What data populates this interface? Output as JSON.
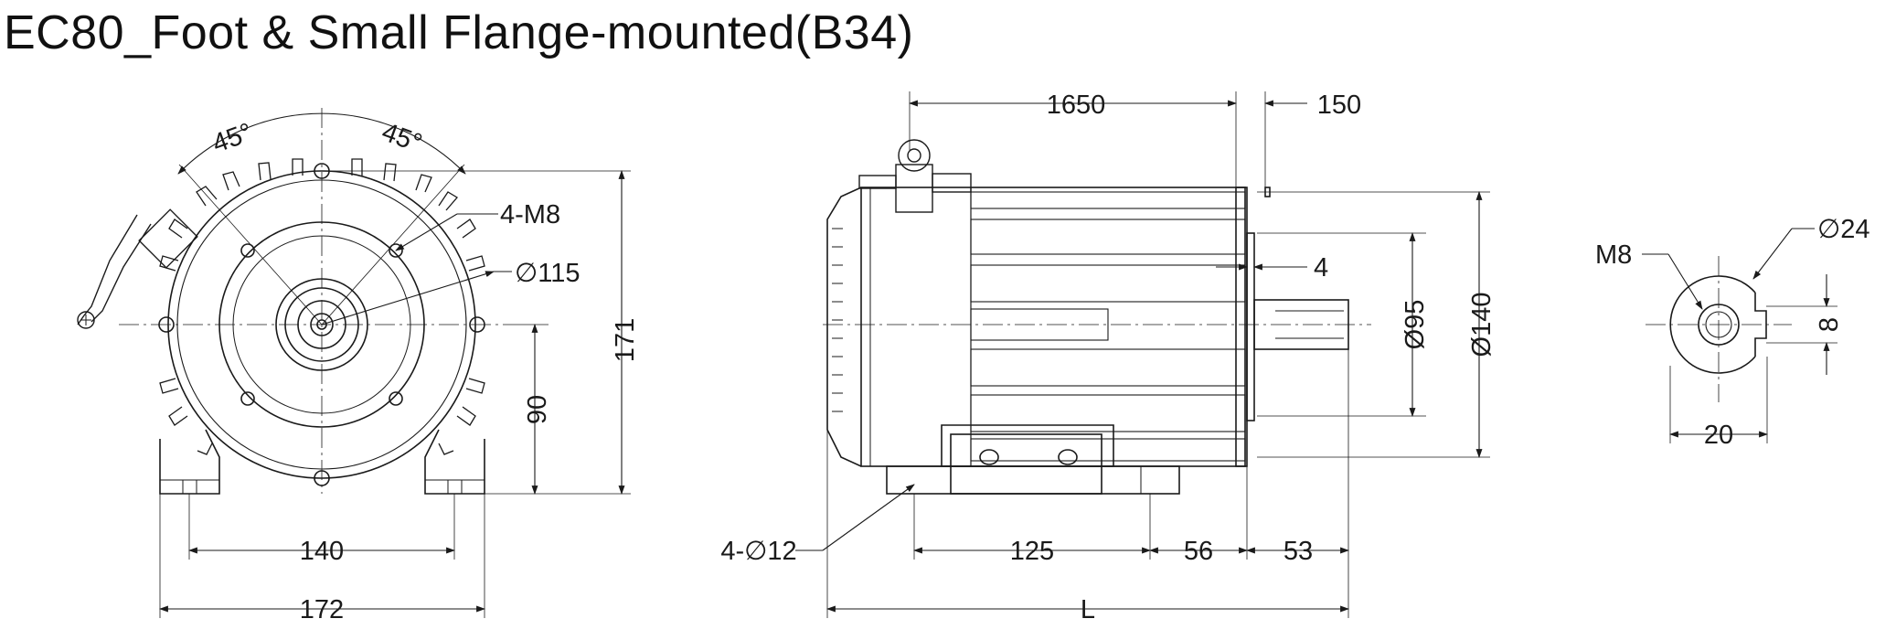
{
  "title": "EC80_Foot & Small Flange-mounted(B34)",
  "front_view": {
    "angle_left": "45°",
    "angle_right": "45°",
    "bolt_holes": "4-M8",
    "pcd": "∅115",
    "height_total": "171",
    "shaft_height": "90",
    "foot_holes_spacing": "140",
    "foot_width": "172"
  },
  "side_view": {
    "body_length": "1650",
    "shaft_ext": "150",
    "spigot_depth": "4",
    "spigot_dia": "Ø95",
    "flange_dia": "Ø140",
    "foot_holes": "4-∅12",
    "foot_hole_spacing": "125",
    "foot_to_flange": "56",
    "shaft_length": "53",
    "overall_length": "L"
  },
  "shaft_detail": {
    "thread": "M8",
    "shaft_dia": "∅24",
    "key_width": "8",
    "key_height": "20"
  },
  "colors": {
    "line": "#1a1a1a",
    "background": "#ffffff"
  }
}
